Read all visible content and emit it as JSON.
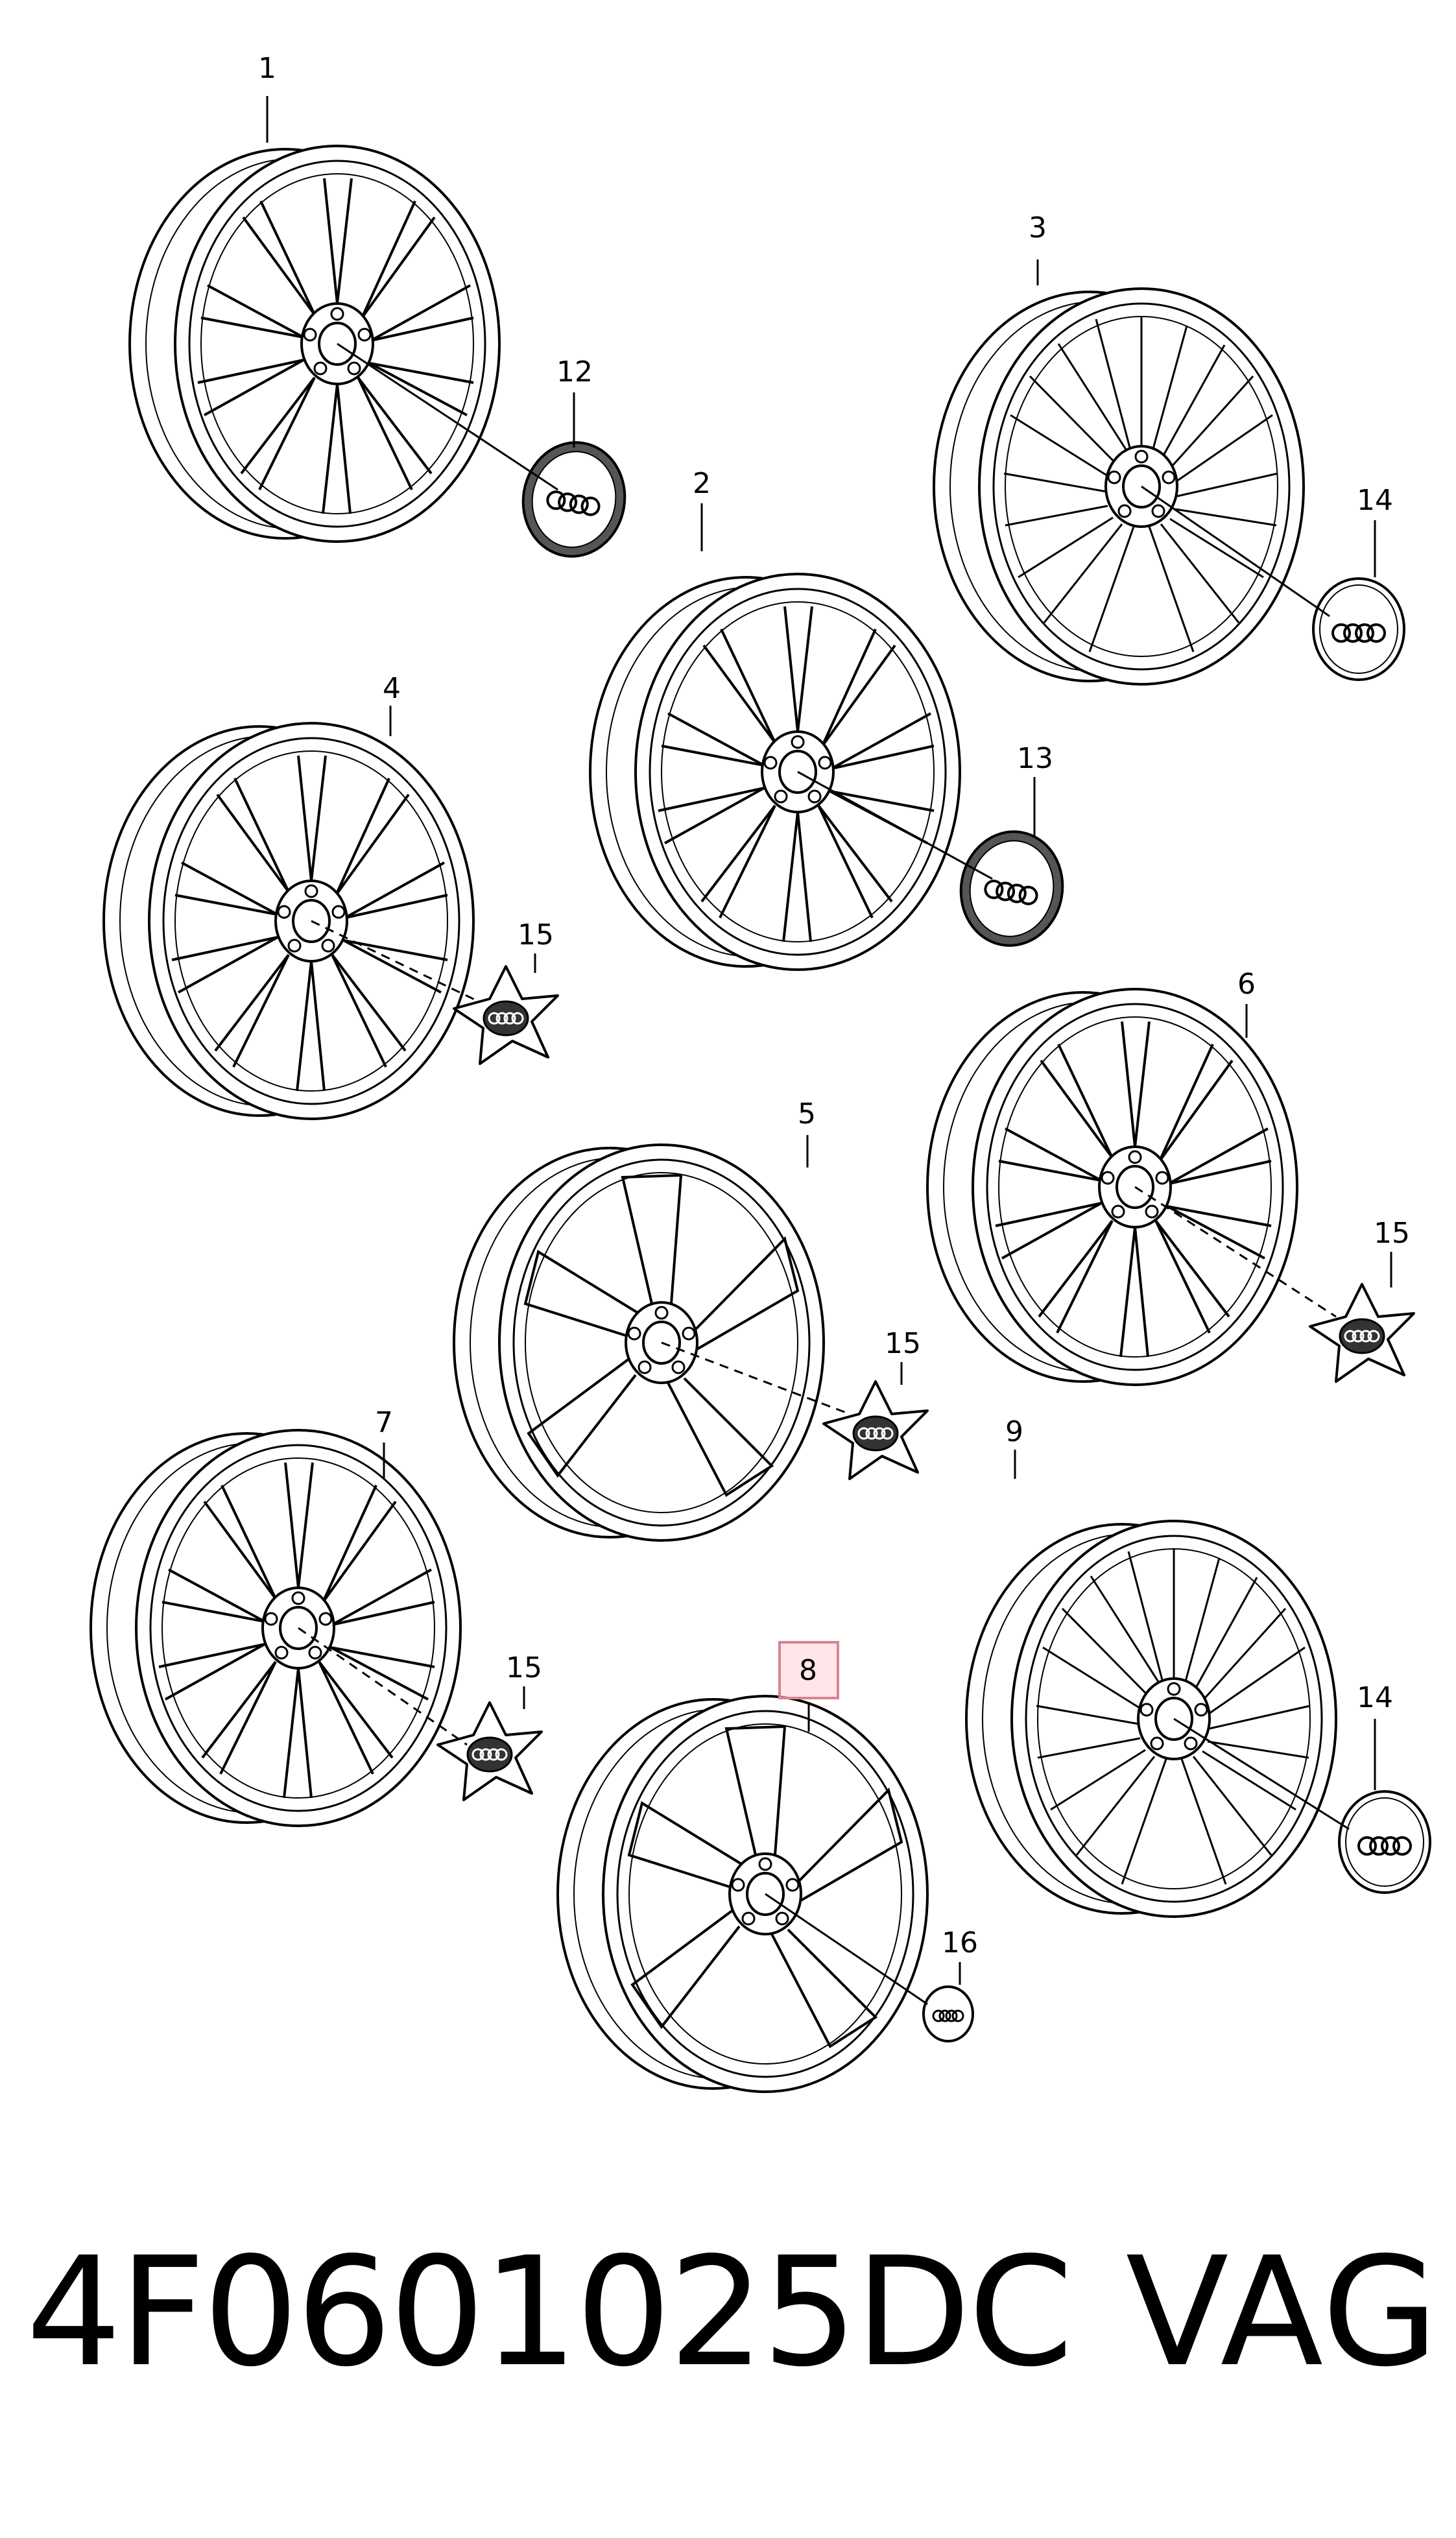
{
  "callouts": {
    "c1": "1",
    "c2": "2",
    "c3": "3",
    "c4": "4",
    "c5": "5",
    "c6": "6",
    "c7": "7",
    "c8": "8",
    "c9": "9",
    "c12": "12",
    "c13": "13",
    "c14a": "14",
    "c14b": "14",
    "c15a": "15",
    "c15b": "15",
    "c15c": "15",
    "c15d": "15",
    "c16": "16"
  },
  "highlighted_callout": "8",
  "highlight_color": "#f4c7cc",
  "footer": {
    "part_number": "4F0601025DC",
    "brand": "VAG"
  }
}
